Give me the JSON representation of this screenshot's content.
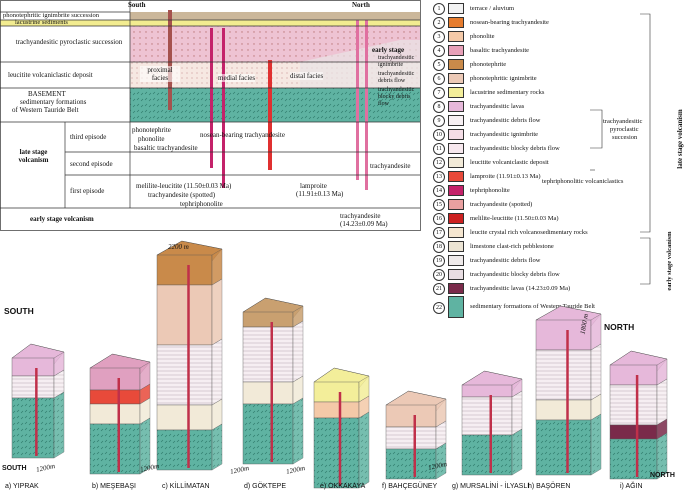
{
  "top_table": {
    "labels": {
      "south": "South",
      "north": "North",
      "phonotephritic_succession": "phonotephritic ignimbrite succession",
      "lacustrine": "lacustrine sediments",
      "pyroclastic": "trachyandesitic pyroclastic succession",
      "leucitite": "leucitite volcaniclastic deposit",
      "basement_1": "BASEMENT",
      "basement_2": "sedimentary formations",
      "basement_3": "of Western Tauride Belt",
      "late_stage": "late stage volcanism",
      "third_episode": "third episode",
      "second_episode": "second episode",
      "first_episode": "first episode",
      "early_stage": "early stage volcanism",
      "proximal": "proximal facies",
      "medial": "medial facies",
      "distal": "distal facies",
      "early_stage_title": "early stage",
      "es_1": "trachyandesitic ignimbrite",
      "es_2": "trachyandesitic debris flow",
      "es_3": "trachyandesitic blocky debris flow",
      "phonotephrite": "phonotephrite",
      "phonolite": "phonolite",
      "basaltic": "basaltic trachyandesite",
      "nosean": "nosean-bearing trachyandesite",
      "trachyandesite": "trachyandesite",
      "melilite": "melilite-leucitite (11.50±0.03 Ma)",
      "spotted": "trachyandesite (spotted)",
      "tephriphonolite": "tephriphonolite",
      "lamproite_1": "lamproite",
      "lamproite_2": "(11.91±0.13 Ma)",
      "early_trachy_1": "trachyandesite",
      "early_trachy_2": "(14.23±0.09 Ma)"
    }
  },
  "legend": {
    "items": [
      {
        "n": "1",
        "label": "terrace / aluvium",
        "color": "#f2f2f2"
      },
      {
        "n": "2",
        "label": "nosean-bearing trachyandesite",
        "color": "#e67c2e"
      },
      {
        "n": "3",
        "label": "phonolite",
        "color": "#f4c9a8"
      },
      {
        "n": "4",
        "label": "basaltic trachyandesite",
        "color": "#e8a0b8"
      },
      {
        "n": "5",
        "label": "phonotephrite",
        "color": "#c98a4a"
      },
      {
        "n": "6",
        "label": "phonotephritic ignimbrite",
        "color": "#ecc9b6"
      },
      {
        "n": "7",
        "label": "lacustrine sedimentary rocks",
        "color": "#f3ee9a"
      },
      {
        "n": "8",
        "label": "trachyandesitic lavas",
        "color": "#e6b8da"
      },
      {
        "n": "9",
        "label": "trachyandesitic debris flow",
        "color": "#f7f0f3"
      },
      {
        "n": "10",
        "label": "trachyandesitic ignimbrite",
        "color": "#f4dde6"
      },
      {
        "n": "11",
        "label": "trachyandesitic blocky debris flow",
        "color": "#f7e8ee"
      },
      {
        "n": "12",
        "label": "leucitite volcaniclastic deposit",
        "color": "#f2ead8"
      },
      {
        "n": "13",
        "label": "lamproite  (11.91±0.13 Ma)",
        "color": "#e84a3a"
      },
      {
        "n": "14",
        "label": "tephriphonolite",
        "color": "#c4226a"
      },
      {
        "n": "15",
        "label": "trachyandesite (spotted)",
        "color": "#e9a0a0"
      },
      {
        "n": "16",
        "label": "melilite-leucitite (11.50±0.03 Ma)",
        "color": "#cc2020"
      },
      {
        "n": "17",
        "label": "leucite crystal rich volcanosedimentary rocks",
        "color": "#f5e6d0"
      },
      {
        "n": "18",
        "label": "limestone clast-rich pebblestone",
        "color": "#ece4d4"
      },
      {
        "n": "19",
        "label": "trachyandesitic debris flow",
        "color": "#efeaea"
      },
      {
        "n": "20",
        "label": "trachyandesitic blocky debris flow",
        "color": "#e8dde2"
      },
      {
        "n": "21",
        "label": "trachyandesitic lavas (14.23±0.09 Ma)",
        "color": "#7a2a4a"
      },
      {
        "n": "22",
        "label": "sedimentary formations of Western Tauride Belt",
        "color": "#5fb3a2"
      }
    ],
    "groups": {
      "tephriphonolitic": "tephriphonolitic volcaniclastics",
      "pyro_1": "trachyandesitic",
      "pyro_2": "pyroclastic",
      "pyro_3": "succesion",
      "late": "late stage volcanism",
      "early": "early stage volcanism"
    }
  },
  "sections": {
    "south": "SOUTH",
    "north": "NORTH",
    "south_bottom": "SOUTH",
    "north_bottom": "NORTH",
    "elev_2200": "2200 m",
    "elev_1800": "1800 m",
    "scale": "1200m",
    "captions": [
      "a) YIPRAK",
      "b) MEŞEBAŞI",
      "c) KİLLİMATAN",
      "d) GÖKTEPE",
      "e) OKKAKAYA",
      "f) BAHÇEGÜNEY",
      "g) MURSALİNİ - İLYASLI",
      "h) BAŞÖREN",
      "i) AĞIN"
    ]
  }
}
